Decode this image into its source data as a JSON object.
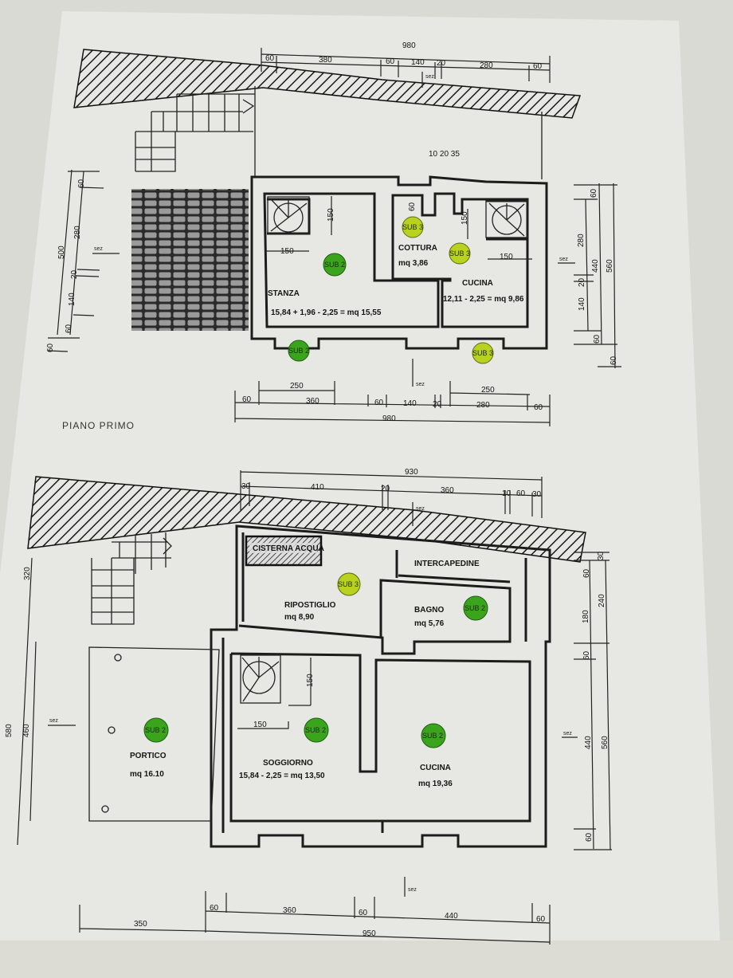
{
  "document": {
    "title_label": "PIANO PRIMO",
    "colors": {
      "paper": "#e7e8e3",
      "sub2": "#3aa51c",
      "sub3": "#b9d21f"
    },
    "section_mark": "sez"
  },
  "first_floor": {
    "rooms": {
      "stanza": {
        "name": "STANZA",
        "area": "15,84 + 1,96 - 2,25 = mq 15,55"
      },
      "cottura": {
        "name": "COTTURA",
        "area": "mq 3,86"
      },
      "cucina": {
        "name": "CUCINA",
        "area": "12,11 - 2,25 = mq 9,86"
      }
    },
    "badges": [
      "SUB 2",
      "SUB 3",
      "SUB 3",
      "SUB 2",
      "SUB 3"
    ],
    "inner_dims": [
      "150",
      "150",
      "150",
      "150",
      "60",
      "10 20 35"
    ],
    "dims_top": [
      "980",
      "60",
      "380",
      "60",
      "140",
      "20",
      "280",
      "60"
    ],
    "dims_bottom": [
      "250",
      "250",
      "60",
      "360",
      "60",
      "140",
      "20",
      "280",
      "60",
      "980"
    ],
    "dims_left": [
      "60",
      "280",
      "20",
      "140",
      "60",
      "500",
      "60"
    ],
    "dims_right": [
      "60",
      "280",
      "440",
      "20",
      "140",
      "60",
      "560",
      "60"
    ]
  },
  "ground_floor": {
    "rooms": {
      "cisterna": {
        "name": "CISTERNA ACQUA"
      },
      "intercapedine": {
        "name": "INTERCAPEDINE"
      },
      "ripostiglio": {
        "name": "RIPOSTIGLIO",
        "area": "mq 8,90"
      },
      "bagno": {
        "name": "BAGNO",
        "area": "mq 5,76"
      },
      "portico": {
        "name": "PORTICO",
        "area": "mq 16.10"
      },
      "soggiorno": {
        "name": "SOGGIORNO",
        "area": "15,84 - 2,25 = mq 13,50"
      },
      "cucina": {
        "name": "CUCINA",
        "area": "mq 19,36"
      }
    },
    "badges": [
      "SUB 3",
      "SUB 2",
      "SUB 2",
      "SUB 2",
      "SUB 2"
    ],
    "inner_dims": [
      "150",
      "150"
    ],
    "dims_top": [
      "930",
      "30",
      "410",
      "20",
      "360",
      "10",
      "60",
      "30"
    ],
    "dims_right": [
      "30",
      "60",
      "240",
      "180",
      "60",
      "440",
      "560",
      "60"
    ],
    "dims_left": [
      "320",
      "460",
      "580"
    ],
    "dims_bottom": [
      "350",
      "60",
      "360",
      "60",
      "440",
      "60",
      "950"
    ]
  }
}
